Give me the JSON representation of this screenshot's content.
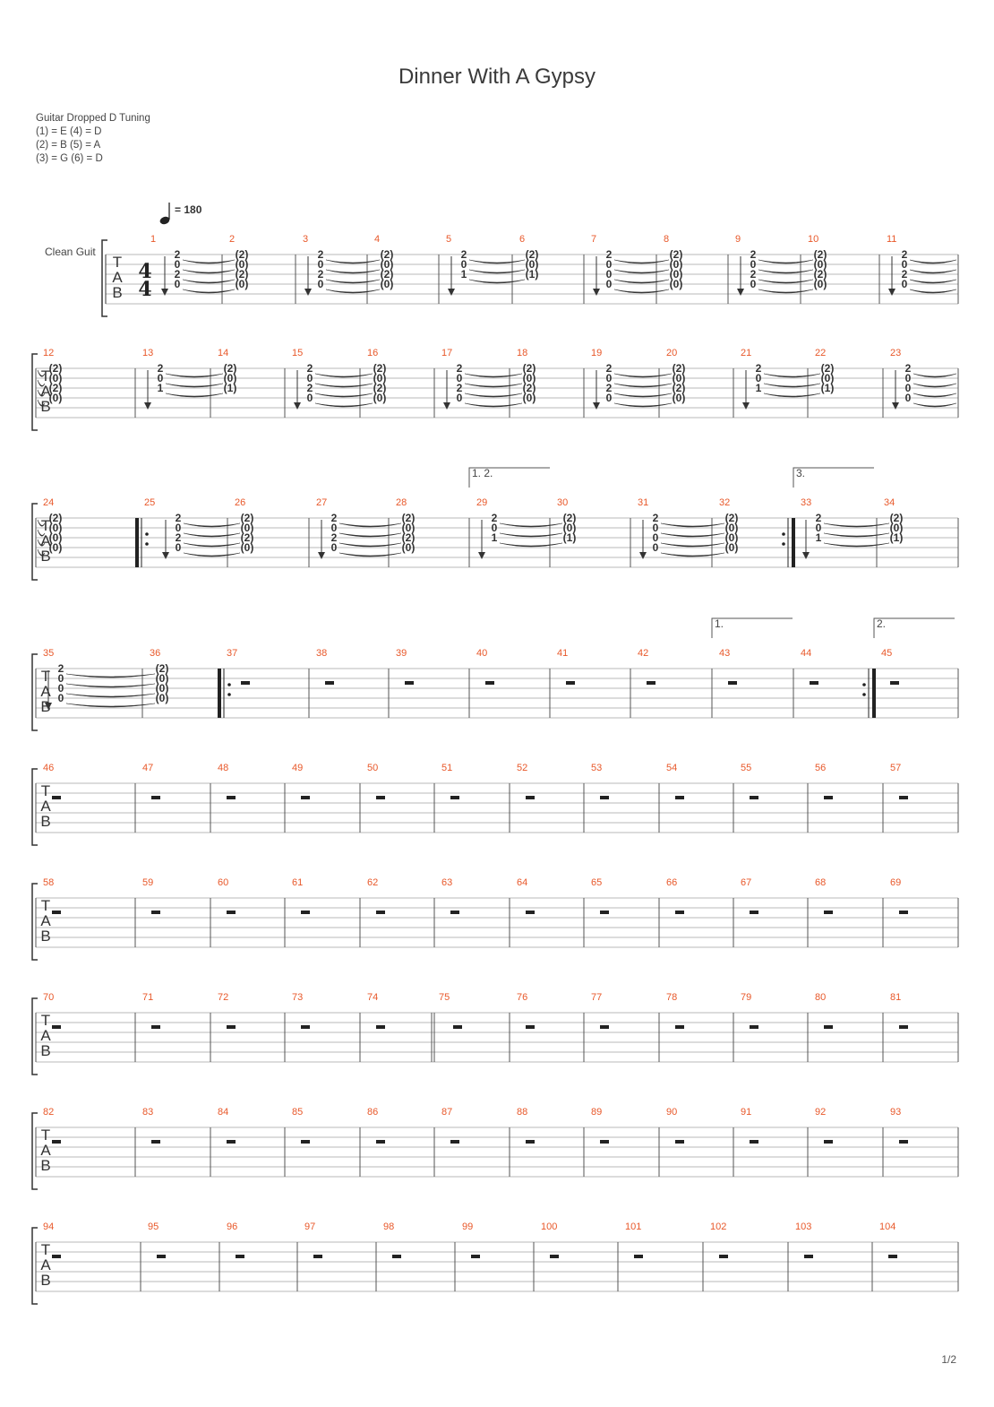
{
  "title": "Dinner With A Gypsy",
  "tuning": {
    "heading": "Guitar Dropped D Tuning",
    "lines": [
      "(1) = E (4) = D",
      "(2) = B (5) = A",
      "(3) = G (6) = D"
    ]
  },
  "tempo": "= 180",
  "track_name": "Clean Guit",
  "time_signature": {
    "top": "4",
    "bottom": "4"
  },
  "tab_label": [
    "T",
    "A",
    "B"
  ],
  "page_number": "1/2",
  "voltas": [
    "1. 2.",
    "3.",
    "1.",
    "2."
  ],
  "chords": {
    "A": [
      "2",
      "0",
      "2",
      "0"
    ],
    "B": [
      "2",
      "0",
      "1",
      ""
    ],
    "C": [
      "2",
      "0",
      "0",
      "0"
    ]
  },
  "systems": [
    {
      "measures": [
        {
          "n": "1",
          "chord": "A",
          "first": true
        },
        {
          "n": "2",
          "tied": "A"
        },
        {
          "n": "3",
          "chord": "A"
        },
        {
          "n": "4",
          "tied": "A"
        },
        {
          "n": "5",
          "chord": "B"
        },
        {
          "n": "6",
          "tied": "B"
        },
        {
          "n": "7",
          "chord": "C"
        },
        {
          "n": "8",
          "tied": "C"
        },
        {
          "n": "9",
          "chord": "A"
        },
        {
          "n": "10",
          "tied": "A"
        },
        {
          "n": "11",
          "chord": "A",
          "open_end": true
        }
      ]
    },
    {
      "measures": [
        {
          "n": "12",
          "tied": "A"
        },
        {
          "n": "13",
          "chord": "B"
        },
        {
          "n": "14",
          "tied": "B"
        },
        {
          "n": "15",
          "chord": "A"
        },
        {
          "n": "16",
          "tied": "A"
        },
        {
          "n": "17",
          "chord": "A"
        },
        {
          "n": "18",
          "tied": "A"
        },
        {
          "n": "19",
          "chord": "A"
        },
        {
          "n": "20",
          "tied": "A"
        },
        {
          "n": "21",
          "chord": "B"
        },
        {
          "n": "22",
          "tied": "B"
        },
        {
          "n": "23",
          "chord": "C",
          "open_end": true
        }
      ]
    },
    {
      "measures": [
        {
          "n": "24",
          "tied": "C"
        },
        {
          "n": "25",
          "chord": "A",
          "repeat_start": true
        },
        {
          "n": "26",
          "tied": "A"
        },
        {
          "n": "27",
          "chord": "A"
        },
        {
          "n": "28",
          "tied": "A"
        },
        {
          "n": "29",
          "chord": "B",
          "volta": "1. 2."
        },
        {
          "n": "30",
          "tied": "B"
        },
        {
          "n": "31",
          "chord": "C"
        },
        {
          "n": "32",
          "tied": "C",
          "repeat_end": true
        },
        {
          "n": "33",
          "chord": "B",
          "volta": "3."
        },
        {
          "n": "34",
          "tied": "B",
          "open_end": true
        }
      ]
    },
    {
      "measures": [
        {
          "n": "35",
          "chord": "C"
        },
        {
          "n": "36",
          "tied": "C"
        },
        {
          "n": "37",
          "rest": true,
          "repeat_start": true
        },
        {
          "n": "38",
          "rest": true
        },
        {
          "n": "39",
          "rest": true
        },
        {
          "n": "40",
          "rest": true
        },
        {
          "n": "41",
          "rest": true
        },
        {
          "n": "42",
          "rest": true
        },
        {
          "n": "43",
          "rest": true,
          "volta": "1."
        },
        {
          "n": "44",
          "rest": true,
          "repeat_end": true
        },
        {
          "n": "45",
          "rest": true,
          "volta": "2."
        }
      ]
    },
    {
      "measures": [
        {
          "n": "46",
          "rest": true
        },
        {
          "n": "47",
          "rest": true
        },
        {
          "n": "48",
          "rest": true
        },
        {
          "n": "49",
          "rest": true
        },
        {
          "n": "50",
          "rest": true
        },
        {
          "n": "51",
          "rest": true
        },
        {
          "n": "52",
          "rest": true
        },
        {
          "n": "53",
          "rest": true
        },
        {
          "n": "54",
          "rest": true
        },
        {
          "n": "55",
          "rest": true
        },
        {
          "n": "56",
          "rest": true
        },
        {
          "n": "57",
          "rest": true
        }
      ]
    },
    {
      "measures": [
        {
          "n": "58",
          "rest": true
        },
        {
          "n": "59",
          "rest": true
        },
        {
          "n": "60",
          "rest": true
        },
        {
          "n": "61",
          "rest": true
        },
        {
          "n": "62",
          "rest": true
        },
        {
          "n": "63",
          "rest": true
        },
        {
          "n": "64",
          "rest": true
        },
        {
          "n": "65",
          "rest": true
        },
        {
          "n": "66",
          "rest": true
        },
        {
          "n": "67",
          "rest": true
        },
        {
          "n": "68",
          "rest": true
        },
        {
          "n": "69",
          "rest": true
        }
      ]
    },
    {
      "measures": [
        {
          "n": "70",
          "rest": true
        },
        {
          "n": "71",
          "rest": true
        },
        {
          "n": "72",
          "rest": true
        },
        {
          "n": "73",
          "rest": true
        },
        {
          "n": "74",
          "rest": true
        },
        {
          "n": "75",
          "rest": true,
          "double_bar": true
        },
        {
          "n": "76",
          "rest": true
        },
        {
          "n": "77",
          "rest": true
        },
        {
          "n": "78",
          "rest": true
        },
        {
          "n": "79",
          "rest": true
        },
        {
          "n": "80",
          "rest": true
        },
        {
          "n": "81",
          "rest": true
        }
      ]
    },
    {
      "measures": [
        {
          "n": "82",
          "rest": true
        },
        {
          "n": "83",
          "rest": true
        },
        {
          "n": "84",
          "rest": true
        },
        {
          "n": "85",
          "rest": true
        },
        {
          "n": "86",
          "rest": true
        },
        {
          "n": "87",
          "rest": true
        },
        {
          "n": "88",
          "rest": true
        },
        {
          "n": "89",
          "rest": true
        },
        {
          "n": "90",
          "rest": true
        },
        {
          "n": "91",
          "rest": true
        },
        {
          "n": "92",
          "rest": true
        },
        {
          "n": "93",
          "rest": true
        }
      ]
    },
    {
      "measures": [
        {
          "n": "94",
          "rest": true
        },
        {
          "n": "95",
          "rest": true
        },
        {
          "n": "96",
          "rest": true
        },
        {
          "n": "97",
          "rest": true
        },
        {
          "n": "98",
          "rest": true
        },
        {
          "n": "99",
          "rest": true
        },
        {
          "n": "100",
          "rest": true
        },
        {
          "n": "101",
          "rest": true
        },
        {
          "n": "102",
          "rest": true
        },
        {
          "n": "103",
          "rest": true
        },
        {
          "n": "104",
          "rest": true
        }
      ]
    }
  ]
}
